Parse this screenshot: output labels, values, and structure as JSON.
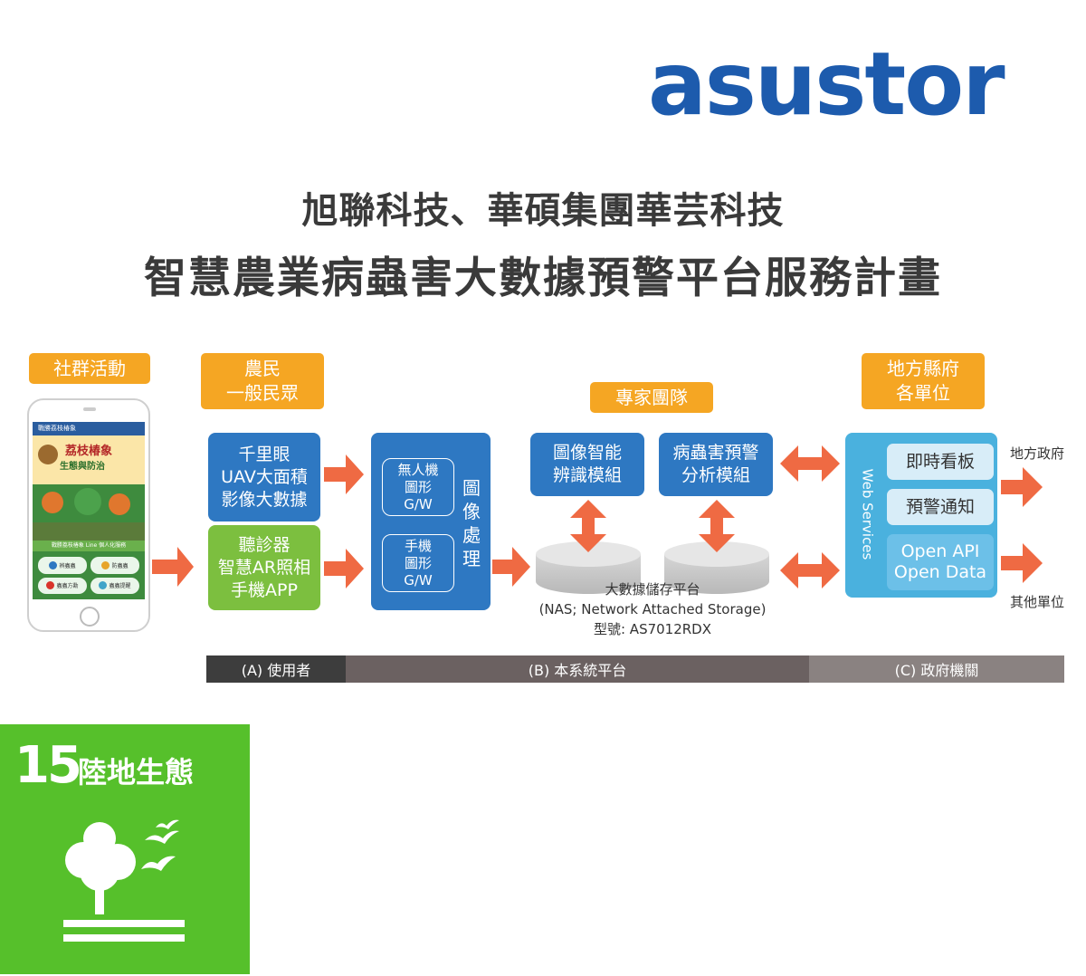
{
  "logo": {
    "text": "asustor",
    "color": "#1d5bad",
    "accent": "#8bc53f"
  },
  "header": {
    "line1": "旭聯科技、華碩集團華芸科技",
    "line2": "智慧農業病蟲害大數據預警平台服務計畫"
  },
  "labels": {
    "social": "社群活動",
    "farmers": [
      "農民",
      "一般民眾"
    ],
    "experts": "專家團隊",
    "gov": [
      "地方縣府",
      "各單位"
    ]
  },
  "phone": {
    "app_bar": "戰勝荔枝椿象",
    "banner": [
      "荔枝椿象",
      "生態與防治"
    ],
    "strip": "戰勝荔枝椿象 Line 個人化服務",
    "buttons": [
      "辨蟲蟲",
      "防蟲蟲",
      "蟲蟲方勳",
      "蟲蟲提醒"
    ]
  },
  "users": {
    "uav": [
      "千里眼",
      "UAV大面積",
      "影像大數據"
    ],
    "app": [
      "聽診器",
      "智慧AR照相",
      "手機APP"
    ]
  },
  "processing": {
    "box1": [
      "無人機",
      "圖形",
      "G/W"
    ],
    "box2": [
      "手機",
      "圖形",
      "G/W"
    ],
    "label": [
      "圖",
      "像",
      "處",
      "理"
    ]
  },
  "modules": {
    "recog": [
      "圖像智能",
      "辨識模組"
    ],
    "warn": [
      "病蟲害預警",
      "分析模組"
    ]
  },
  "storage": {
    "name": "大數據儲存平台",
    "type": "(NAS; Network Attached Storage)",
    "model": "型號: AS7012RDX"
  },
  "web_services": {
    "title": "Web Services",
    "items": [
      "即時看板",
      "預警通知",
      "Open API",
      "Open Data"
    ]
  },
  "outputs": {
    "top": "地方政府",
    "bottom": "其他單位"
  },
  "bottom_bar": {
    "a": "(A) 使用者",
    "b": "(B) 本系統平台",
    "c": "(C) 政府機關"
  },
  "sdg": {
    "number": "15",
    "label": "陸地生態",
    "color": "#56c02b"
  },
  "colors": {
    "orange_tag": "#f5a623",
    "blue": "#2e78c2",
    "green": "#7cbf3f",
    "arrow": "#ef6a43",
    "ws": "#4ab1de"
  }
}
